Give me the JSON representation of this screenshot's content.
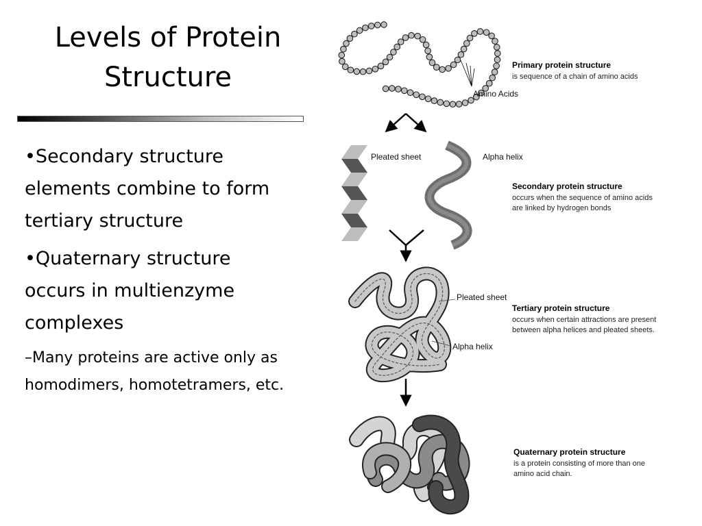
{
  "slide": {
    "title_line1": "Levels of Protein",
    "title_line2": "Structure",
    "bullets": [
      {
        "text": "•Secondary structure elements combine to form tertiary structure"
      },
      {
        "text": "•Quaternary structure occurs in multienzyme complexes"
      },
      {
        "text": "–Many proteins are active only as homodimers, homotetramers, etc."
      }
    ]
  },
  "diagram": {
    "primary": {
      "heading": "Primary protein structure",
      "desc": [
        "is sequence of a chain of amino acids"
      ],
      "amino_label": "Amino Acids"
    },
    "secondary": {
      "sheet_label": "Pleated sheet",
      "helix_label": "Alpha helix",
      "heading": "Secondary protein structure",
      "desc": [
        "occurs when the sequence of amino acids",
        "are linked by hydrogen bonds"
      ]
    },
    "tertiary": {
      "sheet_label": "Pleated sheet",
      "helix_label": "Alpha helix",
      "heading": "Tertiary protein structure",
      "desc": [
        "occurs when certain attractions are present",
        "between alpha helices and pleated sheets."
      ]
    },
    "quaternary": {
      "heading": "Quaternary protein structure",
      "desc": [
        "is a protein consisting of more than one",
        "amino acid chain."
      ]
    }
  }
}
